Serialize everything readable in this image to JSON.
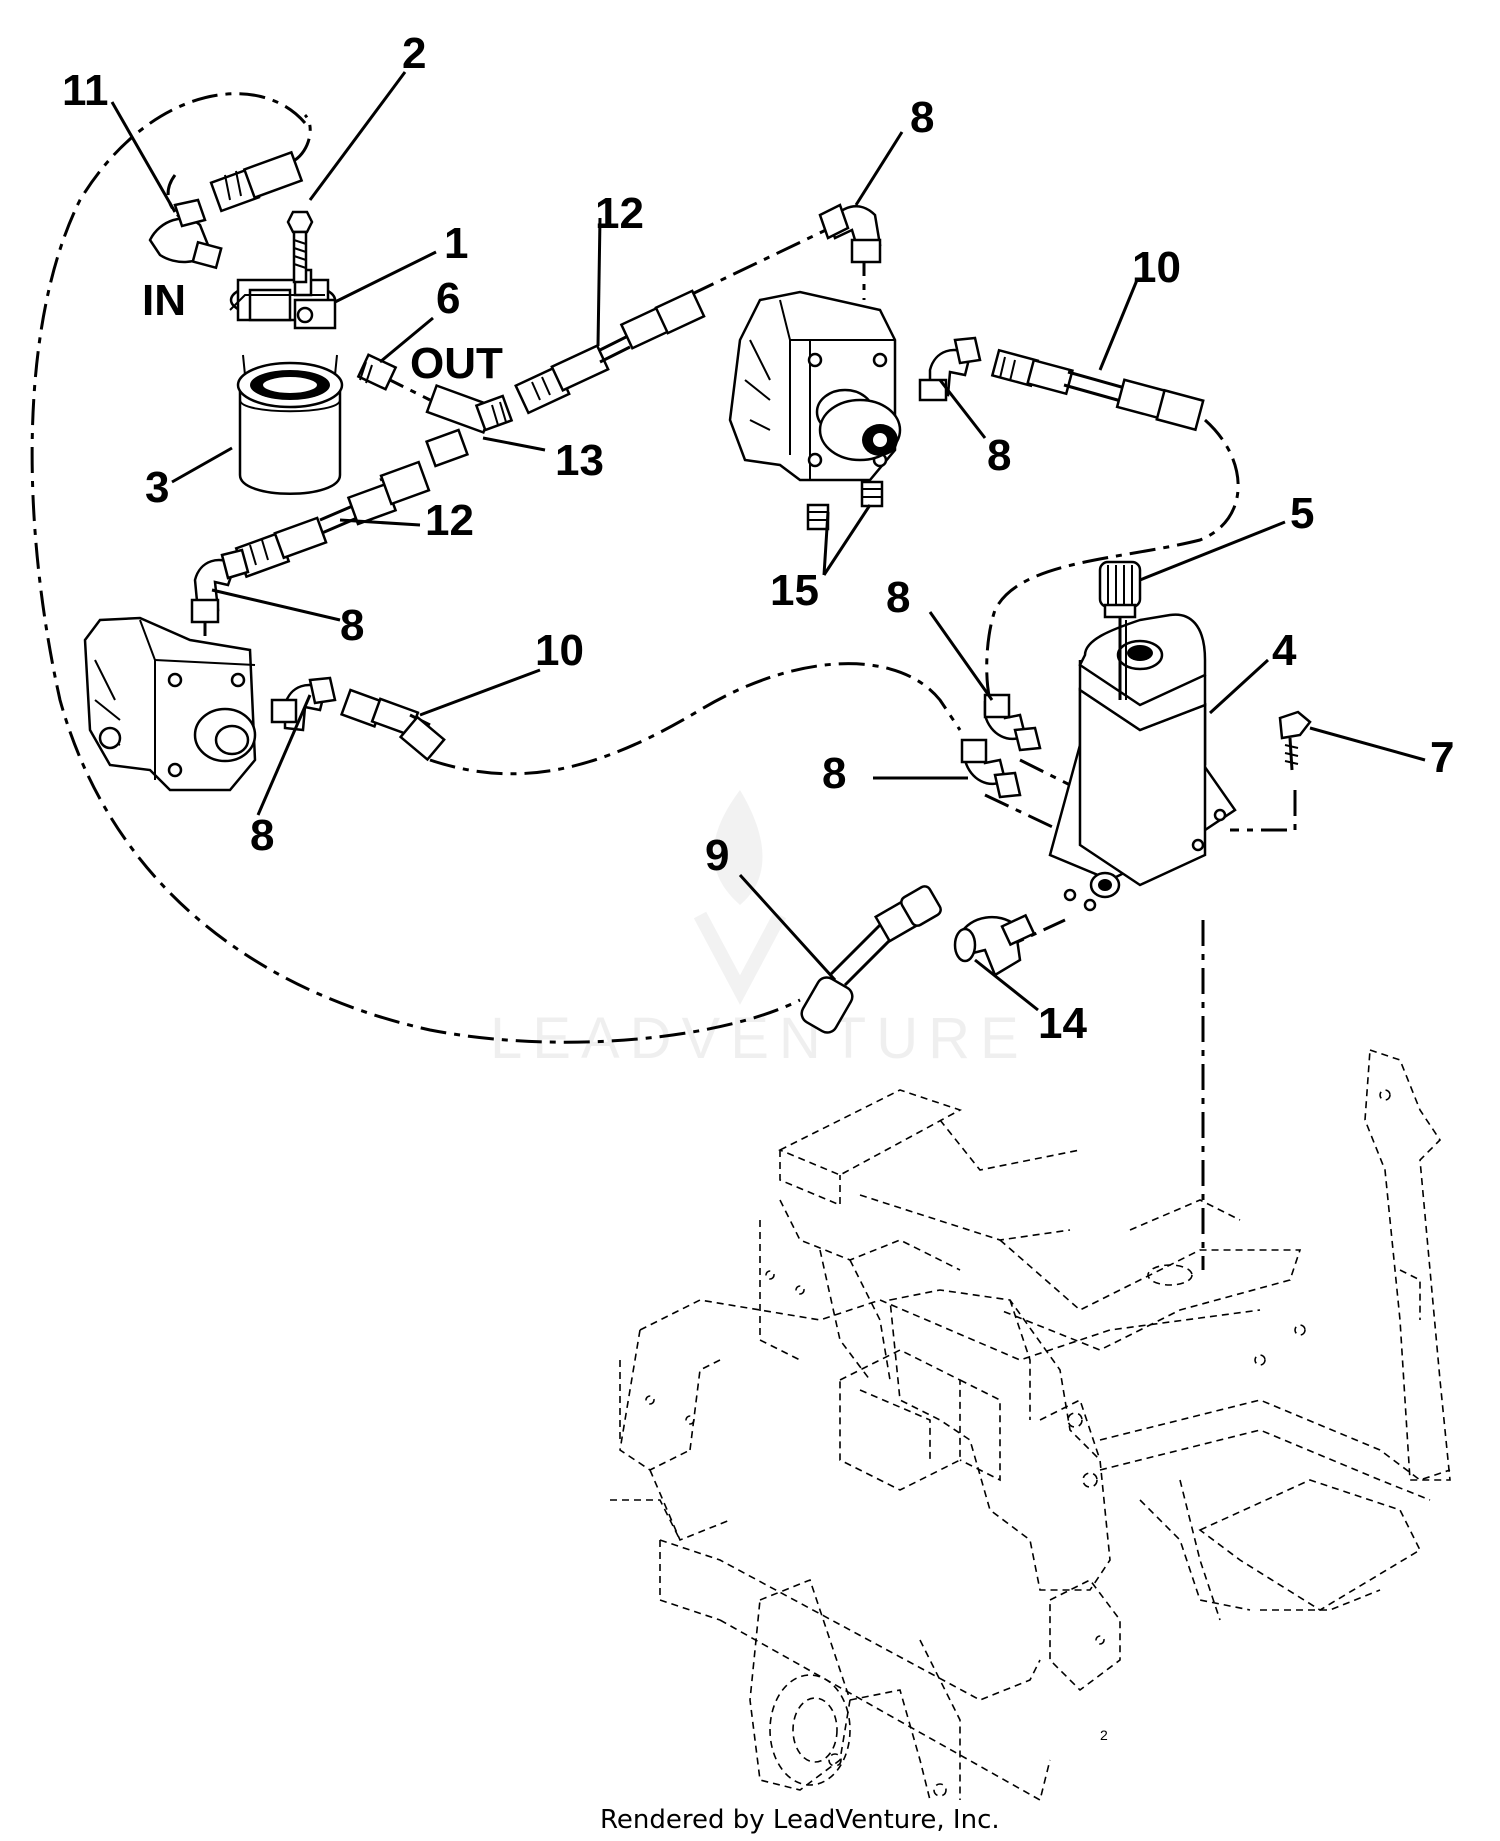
{
  "callouts": {
    "c11": "11",
    "c2": "2",
    "c1": "1",
    "c3": "3",
    "c6": "6",
    "c12a": "12",
    "c13": "13",
    "c12b": "12",
    "c8a": "8",
    "c8b": "8",
    "c8c": "8",
    "c8d": "8",
    "c8e": "8",
    "c8f": "8",
    "c10a": "10",
    "c10b": "10",
    "c15": "15",
    "c5": "5",
    "c4": "4",
    "c7": "7",
    "c9": "9",
    "c14": "14"
  },
  "ports": {
    "in": "IN",
    "out": "OUT"
  },
  "watermark": "LEADVENTURE",
  "footer": "Rendered by LeadVenture, Inc."
}
